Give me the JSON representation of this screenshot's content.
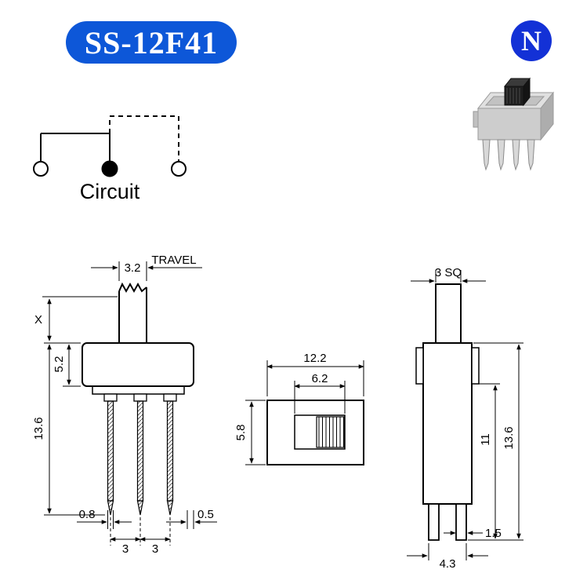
{
  "header": {
    "model_badge": "SS-12F41",
    "badge_color": "#0d57d8",
    "logo_letter": "N",
    "logo_color": "#1331d6"
  },
  "circuit": {
    "label": "Circuit"
  },
  "dimensions": {
    "front": {
      "travel": "3.2",
      "travel_label": "TRAVEL",
      "height_x": "X",
      "body_height": "5.2",
      "total_height": "13.6",
      "pin_width": "0.8",
      "pin_pitch_1": "3",
      "pin_pitch_2": "3",
      "pin_thickness": "0.5"
    },
    "top": {
      "length": "12.2",
      "slot_length": "6.2",
      "width": "5.8"
    },
    "side": {
      "actuator_size": "3 SQ",
      "mount_height": "11",
      "total_height": "13.6",
      "leg_span": "4.3",
      "leg_width": "1.5"
    }
  }
}
